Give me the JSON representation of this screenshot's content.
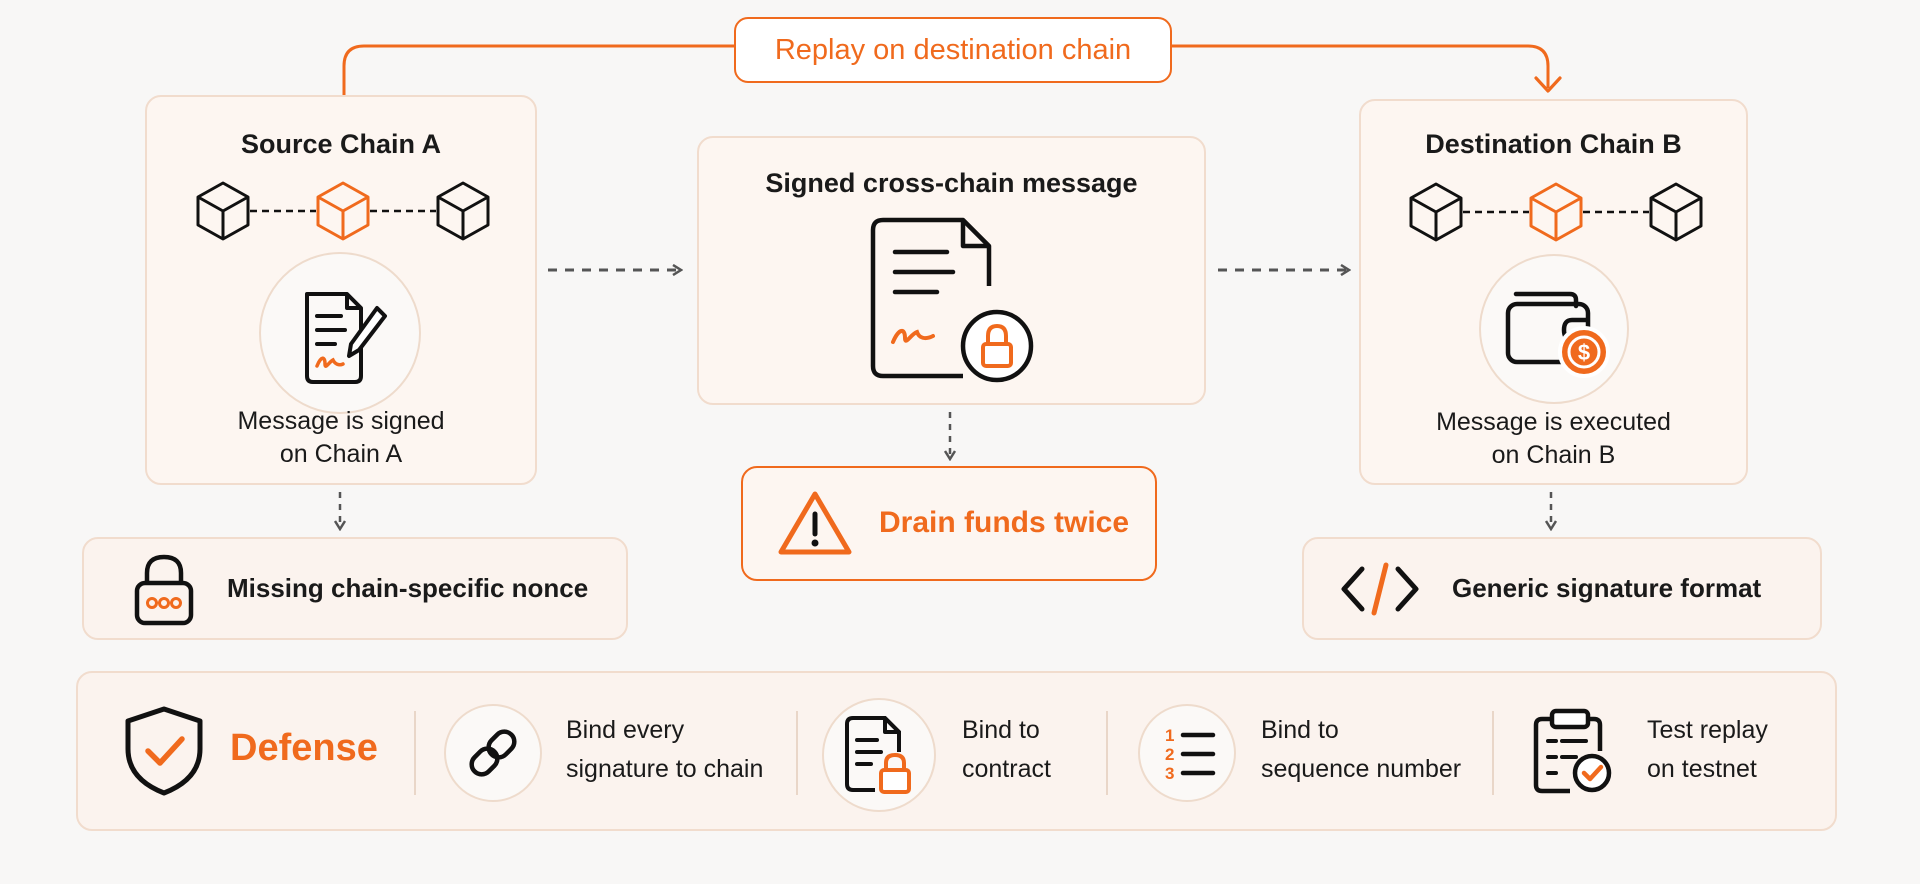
{
  "replay_label": "Replay on destination chain",
  "source": {
    "title": "Source Chain A",
    "caption_line1": "Message is signed",
    "caption_line2": "on Chain A"
  },
  "middle": {
    "title": "Signed cross-chain message"
  },
  "destination": {
    "title": "Destination Chain B",
    "caption_line1": "Message is executed",
    "caption_line2": "on Chain B"
  },
  "issues": {
    "missing_nonce": "Missing chain-specific nonce",
    "drain_funds": "Drain funds twice",
    "generic_signature": "Generic signature format"
  },
  "defense": {
    "heading": "Defense",
    "items": [
      {
        "line1": "Bind every",
        "line2": "signature to chain",
        "icon": "link-icon"
      },
      {
        "line1": "Bind to",
        "line2": "contract",
        "icon": "document-lock-icon"
      },
      {
        "line1": "Bind to",
        "line2": "sequence number",
        "icon": "numbered-list-icon"
      },
      {
        "line1": "Test replay",
        "line2": "on testnet",
        "icon": "clipboard-check-icon"
      }
    ]
  },
  "colors": {
    "accent": "#f06a1d",
    "card_bg": "#fdf6f1",
    "card_border": "#f1dccd",
    "text": "#1a1a1a",
    "arrow": "#555555"
  }
}
